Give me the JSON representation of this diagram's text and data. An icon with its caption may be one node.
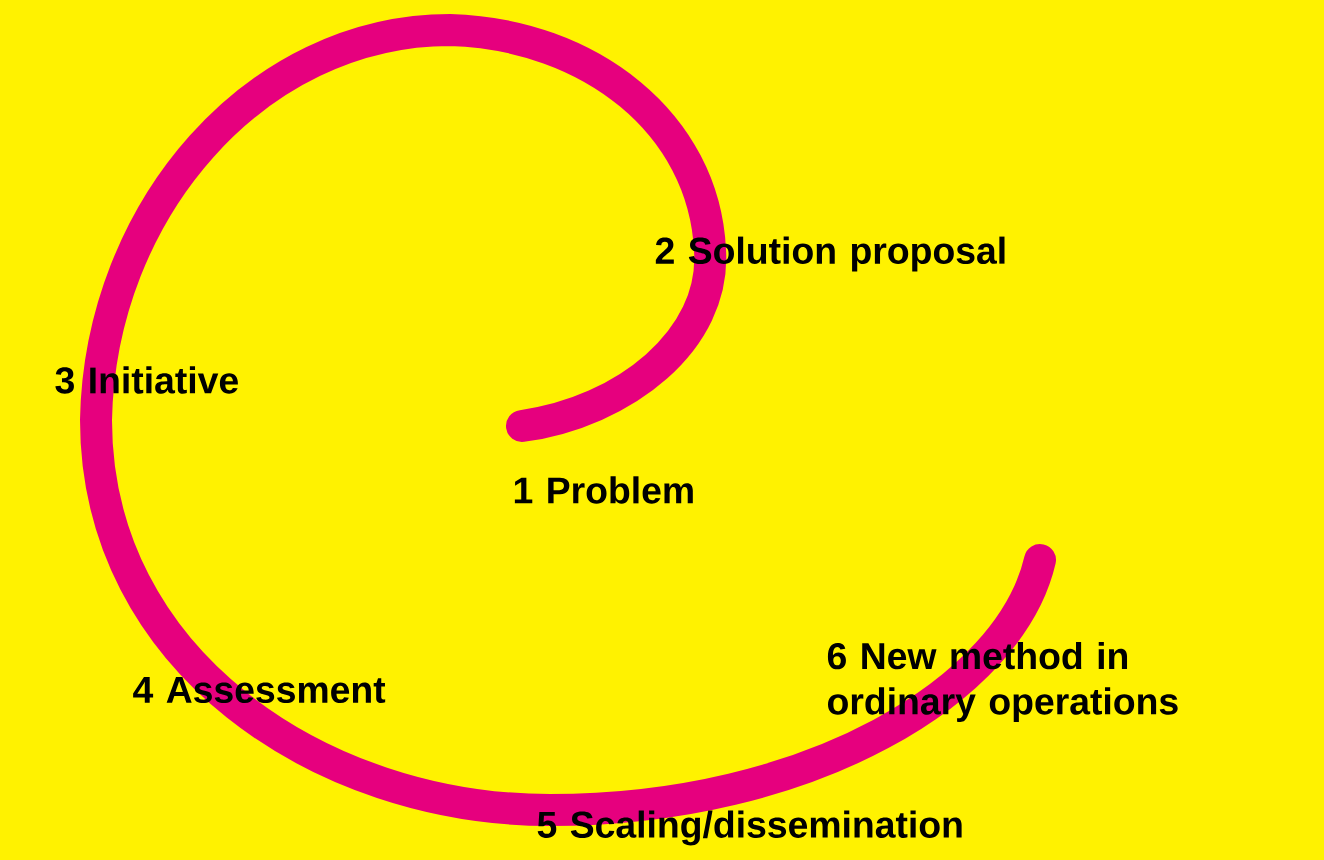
{
  "diagram": {
    "labels": [
      "2 Solution proposal",
      "3 Initiative",
      "1 Problem",
      "6 New method in ordinary operations",
      "4 Assessment",
      "5 Scaling/dissemination"
    ]
  }
}
